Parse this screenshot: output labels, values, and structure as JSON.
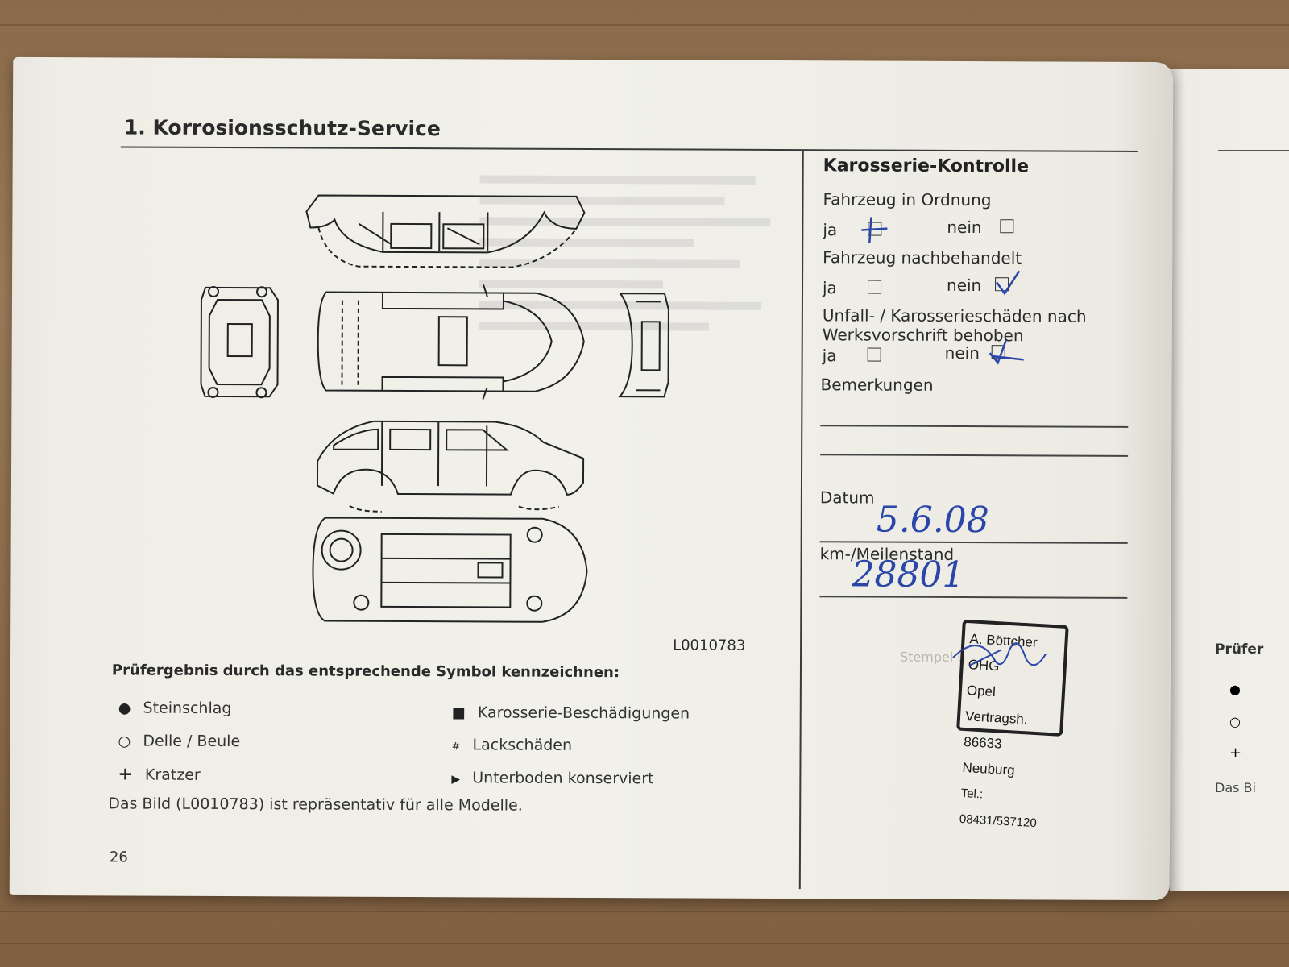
{
  "title": "1. Korrosionsschutz-Service",
  "image_code": "L0010783",
  "legend": {
    "title": "Prüfergebnis durch das entsprechende Symbol kennzeichnen:",
    "items": [
      {
        "symbol": "●",
        "label": "Steinschlag"
      },
      {
        "symbol": "○",
        "label": "Delle / Beule"
      },
      {
        "symbol": "+",
        "label": "Kratzer"
      },
      {
        "symbol": "■",
        "label": "Karosserie-Beschädigungen"
      },
      {
        "symbol": "#",
        "label": "Lackschäden"
      },
      {
        "symbol": "▶",
        "label": "Unterboden konserviert"
      }
    ]
  },
  "note": "Das Bild (L0010783) ist repräsentativ für alle Modelle.",
  "page_number": "26",
  "inspection": {
    "title": "Karosserie-Kontrolle",
    "q1": "Fahrzeug in Ordnung",
    "q2": "Fahrzeug nachbehandelt",
    "q3_line1": "Unfall- / Karosserieschäden nach",
    "q3_line2": "Werksvorschrift behoben",
    "yes": "ja",
    "no": "nein",
    "q1_answer": "ja",
    "q2_answer": "nein",
    "q3_answer": "nein",
    "remarks_label": "Bemerkungen",
    "date_label": "Datum",
    "date_value": "5.6.08",
    "km_label": "km-/Meilenstand",
    "km_value": "28801",
    "stamp_label": "Stempel u"
  },
  "stamp": {
    "line1": "A. Böttcher OHG",
    "line2": "Opel Vertragsh.",
    "line3": "86633 Neuburg",
    "line4": "Tel.: 08431/537120"
  },
  "next_page": {
    "legend_title_fragment": "Prüfer",
    "note_fragment": "Das Bi"
  },
  "colors": {
    "ink": "#2946a8",
    "paper": "#f1f0ea"
  }
}
